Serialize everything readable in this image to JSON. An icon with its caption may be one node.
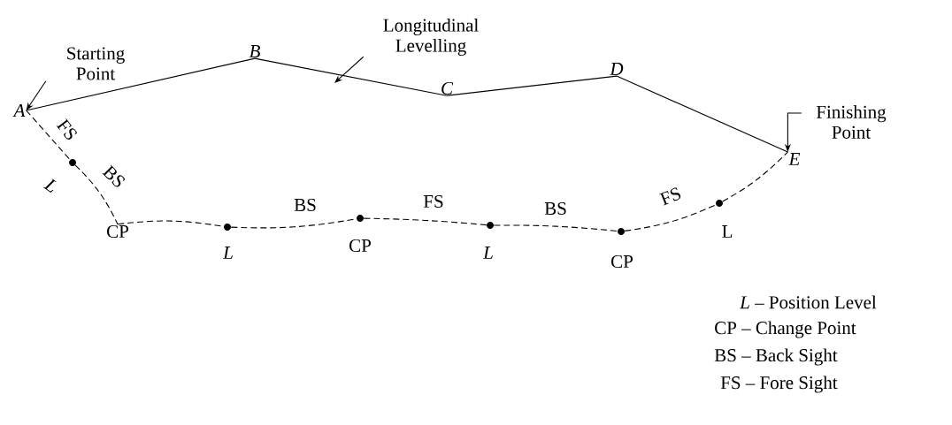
{
  "diagram": {
    "nodes": [
      {
        "text": [
          "A"
        ]
      },
      {
        "text": [
          "B"
        ]
      },
      {
        "text": [
          "C"
        ]
      },
      {
        "text": [
          "D"
        ]
      },
      {
        "text": [
          "E"
        ]
      },
      {
        "text": [
          "Starting Point"
        ]
      },
      {
        "text": [
          "Longitudinal Levelling"
        ]
      },
      {
        "text": [
          "Finishing Point"
        ]
      },
      {
        "text": [],
        "shape": "circle",
        "beside": [
          "L"
        ]
      },
      {
        "text": [
          "CP"
        ]
      },
      {
        "text": [],
        "shape": "circle",
        "beside": [
          "L"
        ]
      },
      {
        "text": [],
        "shape": "circle",
        "beside": [
          "CP"
        ]
      },
      {
        "text": [],
        "shape": "circle",
        "beside": [
          "L"
        ]
      },
      {
        "text": [],
        "shape": "circle",
        "beside": [
          "CP"
        ]
      },
      {
        "text": [],
        "shape": "circle",
        "beside": [
          "L"
        ]
      }
    ],
    "edges": [
      {
        "from": 0,
        "to": 1,
        "arrow": "none"
      },
      {
        "from": 1,
        "to": 2,
        "arrow": "none"
      },
      {
        "from": 2,
        "to": 3,
        "arrow": "none"
      },
      {
        "from": 3,
        "to": 4,
        "arrow": "none"
      },
      {
        "from": 5,
        "to": 0,
        "arrow": "to"
      },
      {
        "from": 6,
        "to": null,
        "arrow": "to"
      },
      {
        "from": 7,
        "to": 4,
        "arrow": "to"
      },
      {
        "from": 0,
        "to": 8,
        "arrow": "none",
        "style": "dashed",
        "label": "FS"
      },
      {
        "from": 8,
        "to": 9,
        "arrow": "none",
        "style": "dashed",
        "label": "BS"
      },
      {
        "from": 9,
        "to": 10,
        "arrow": "none",
        "style": "dashed"
      },
      {
        "from": 10,
        "to": 11,
        "arrow": "none",
        "style": "dashed",
        "label": "BS"
      },
      {
        "from": 11,
        "to": 12,
        "arrow": "none",
        "style": "dashed",
        "label": "FS"
      },
      {
        "from": 12,
        "to": 13,
        "arrow": "none",
        "style": "dashed",
        "label": "BS"
      },
      {
        "from": 13,
        "to": 14,
        "arrow": "none",
        "style": "dashed",
        "label": "FS"
      },
      {
        "from": 14,
        "to": 4,
        "arrow": "none",
        "style": "dashed"
      }
    ],
    "labels": [
      "*L* – Position Level",
      "CP – Change Point",
      "BS – Back Sight",
      "FS – Fore Sight"
    ]
  }
}
